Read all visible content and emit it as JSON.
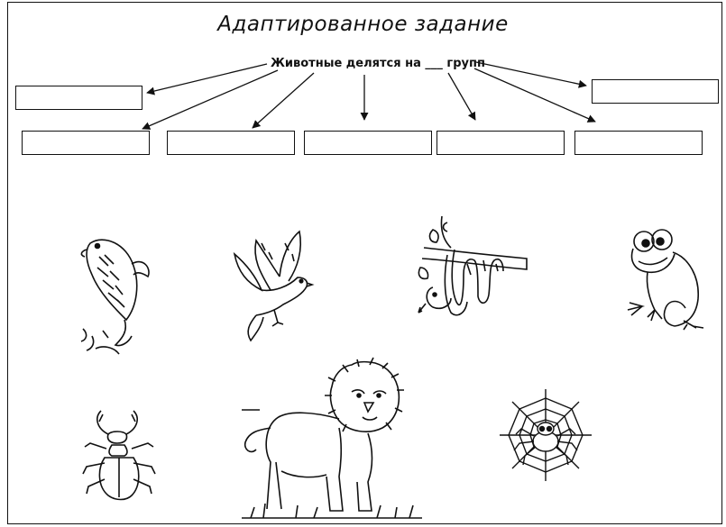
{
  "worksheet": {
    "title": "Адаптированное  задание",
    "prompt": {
      "text": "Животные делятся на",
      "blank": "___",
      "suffix": "групп"
    },
    "answer_boxes_count_shown": 7,
    "animals": [
      "fish-icon",
      "bird-icon",
      "snake-icon",
      "frog-icon",
      "beetle-icon",
      "lion-icon",
      "spider-icon"
    ],
    "line_color": "#111111"
  }
}
